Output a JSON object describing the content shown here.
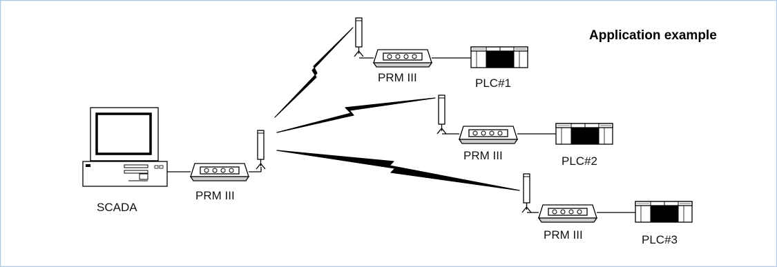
{
  "title": "Application example",
  "nodes": {
    "scada": "SCADA",
    "modem_master": "PRM III",
    "modem_1": "PRM III",
    "modem_2": "PRM III",
    "modem_3": "PRM III",
    "plc_1": "PLC#1",
    "plc_2": "PLC#2",
    "plc_3": "PLC#3"
  },
  "colors": {
    "frame_border": "#aec9e8",
    "line": "#000000",
    "device_fill": "#ffffff",
    "plc_dark": "#000000",
    "modem_shade": "#cfcfcf"
  }
}
